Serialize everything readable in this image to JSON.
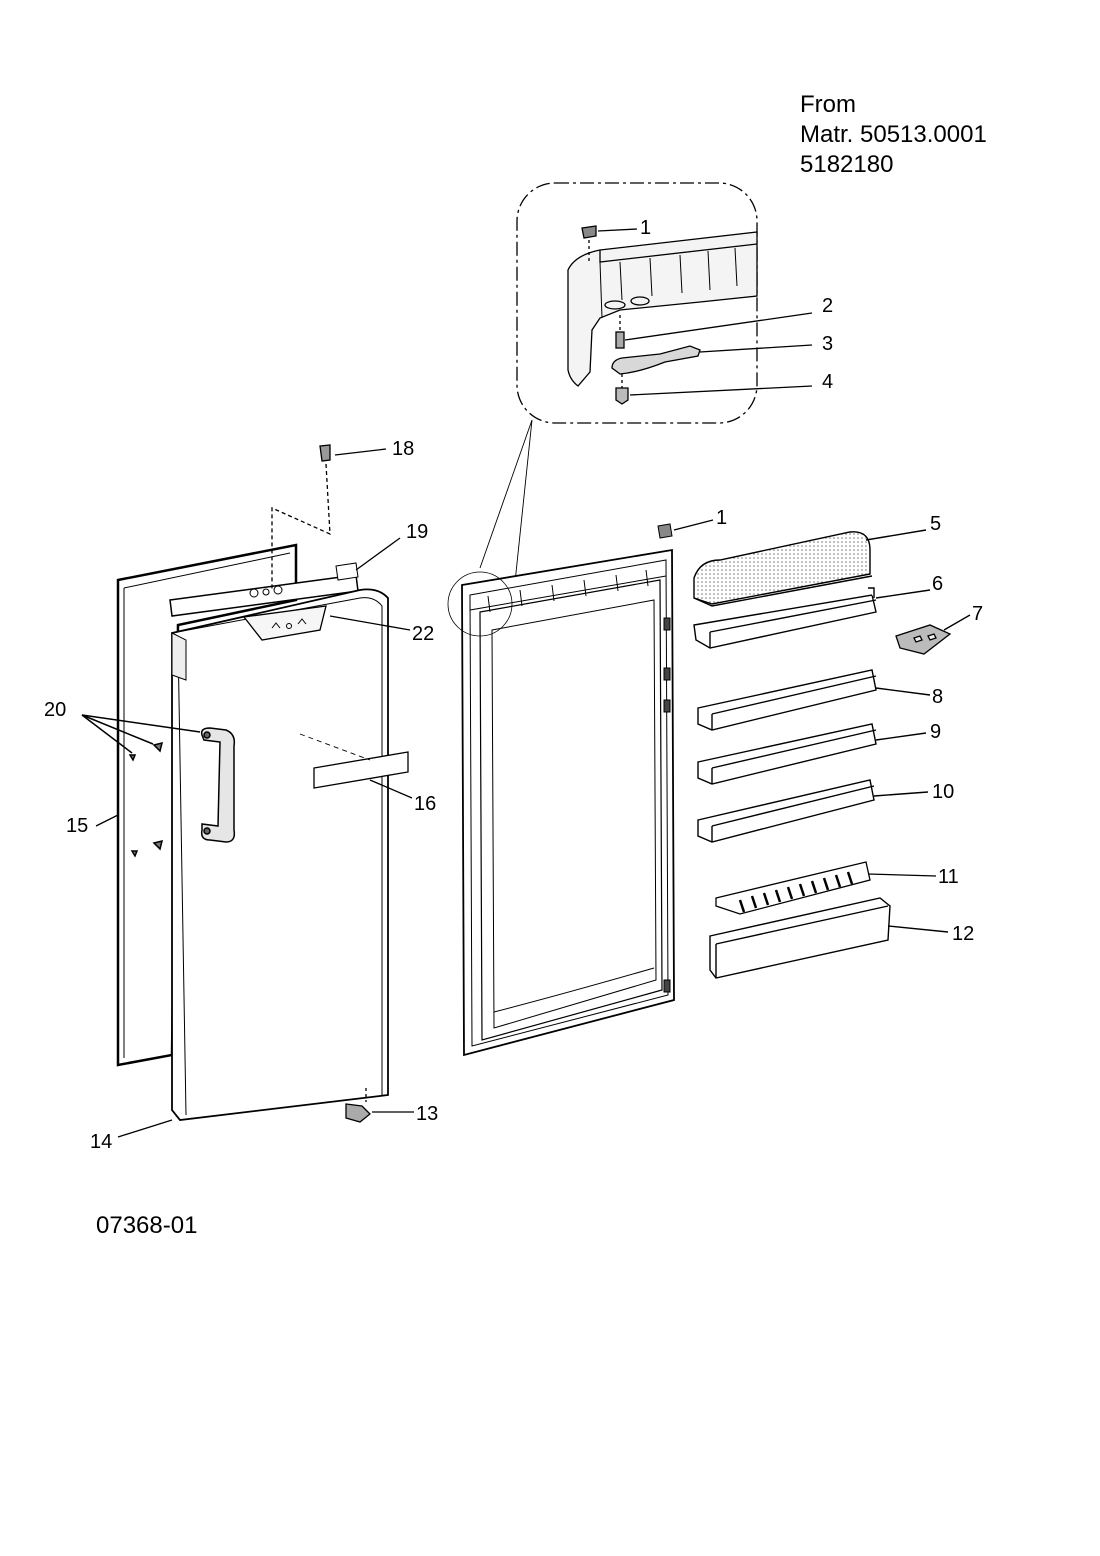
{
  "header": {
    "line1": "From",
    "line2": "Matr. 50513.0001",
    "line3": "5182180"
  },
  "drawing_number": "07368-01",
  "callouts": {
    "c1_inset": "1",
    "c2": "2",
    "c3": "3",
    "c4": "4",
    "c1": "1",
    "c5": "5",
    "c6": "6",
    "c7": "7",
    "c8": "8",
    "c9": "9",
    "c10": "10",
    "c11": "11",
    "c12": "12",
    "c13": "13",
    "c14": "14",
    "c15": "15",
    "c16": "16",
    "c18": "18",
    "c19": "19",
    "c20": "20",
    "c22": "22"
  }
}
